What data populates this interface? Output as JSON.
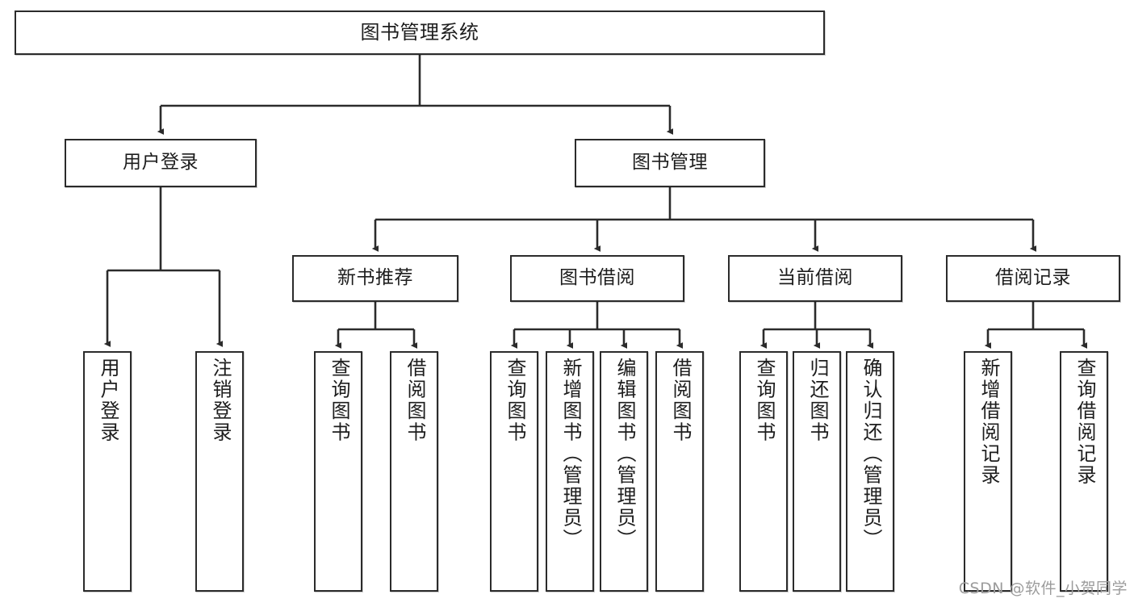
{
  "diagram": {
    "title": "图书管理系统",
    "type": "tree-hierarchy",
    "watermark": "CSDN @软件_小贺同学",
    "colors": {
      "stroke": "#2b2b2b",
      "fill": "#ffffff",
      "text": "#1d1d1d",
      "watermark": "#9c9c9c"
    },
    "nodes": {
      "root": {
        "label": "图书管理系统"
      },
      "level2": [
        {
          "id": "user-login",
          "label": "用户登录"
        },
        {
          "id": "book-admin",
          "label": "图书管理"
        }
      ],
      "level3": [
        {
          "id": "new-book-recommend",
          "label": "新书推荐"
        },
        {
          "id": "book-borrow",
          "label": "图书借阅"
        },
        {
          "id": "current-borrow",
          "label": "当前借阅"
        },
        {
          "id": "borrow-record",
          "label": "借阅记录"
        }
      ],
      "leaves": {
        "user_login": [
          {
            "id": "leaf-user-login",
            "label": "用户登录"
          },
          {
            "id": "leaf-user-logout",
            "label": "注销登录"
          }
        ],
        "new_book_recommend": [
          {
            "id": "leaf-query-book-1",
            "label": "查询图书"
          },
          {
            "id": "leaf-borrow-book-1",
            "label": "借阅图书"
          }
        ],
        "book_borrow": [
          {
            "id": "leaf-query-book-2",
            "label": "查询图书"
          },
          {
            "id": "leaf-add-book",
            "label": "新增图书（管理员）"
          },
          {
            "id": "leaf-edit-book",
            "label": "编辑图书（管理员）"
          },
          {
            "id": "leaf-borrow-book-2",
            "label": "借阅图书"
          }
        ],
        "current_borrow": [
          {
            "id": "leaf-query-book-3",
            "label": "查询图书"
          },
          {
            "id": "leaf-return-book",
            "label": "归还图书"
          },
          {
            "id": "leaf-confirm-return",
            "label": "确认归还（管理员）"
          }
        ],
        "borrow_record": [
          {
            "id": "leaf-add-record",
            "label": "新增借阅记录"
          },
          {
            "id": "leaf-query-record",
            "label": "查询借阅记录"
          }
        ]
      }
    }
  }
}
